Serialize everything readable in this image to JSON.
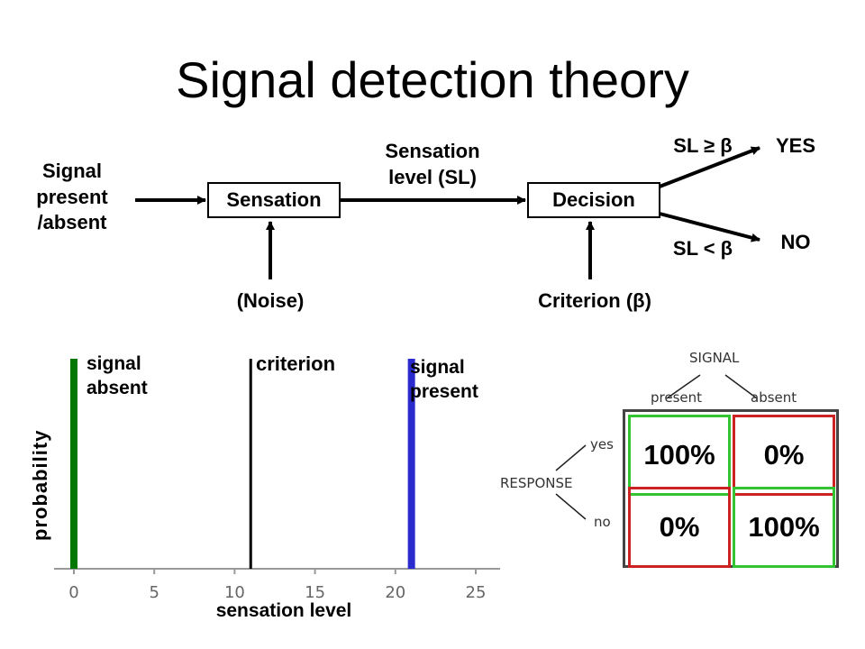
{
  "slide": {
    "title": "Signal detection theory"
  },
  "flow": {
    "input_label": "Signal\npresent\n/absent",
    "sensation_box": "Sensation",
    "decision_box": "Decision",
    "sl_label": "Sensation\nlevel (SL)",
    "noise_label": "(Noise)",
    "criterion_label": "Criterion (β)",
    "yes_condition": "SL ≥ β",
    "yes_label": "YES",
    "no_condition": "SL < β",
    "no_label": "NO"
  },
  "chart_data": {
    "type": "line",
    "xlabel": "sensation level",
    "ylabel": "probability",
    "x_ticks": [
      "0",
      "5",
      "10",
      "15",
      "20",
      "25"
    ],
    "xlim": [
      0,
      27
    ],
    "series": [
      {
        "name": "signal absent",
        "x": 0,
        "color": "#007800"
      },
      {
        "name": "criterion",
        "x": 11,
        "color": "#000000"
      },
      {
        "name": "signal present",
        "x": 21,
        "color": "#2a2acf"
      }
    ],
    "labels": {
      "signal_absent": "signal\nabsent",
      "criterion": "criterion",
      "signal_present": "signal\npresent"
    }
  },
  "matrix": {
    "col_header": "SIGNAL",
    "col_present": "present",
    "col_absent": "absent",
    "row_header": "RESPONSE",
    "row_yes": "yes",
    "row_no": "no",
    "cells": [
      {
        "value": "100%",
        "border": "#33c433"
      },
      {
        "value": "0%",
        "border": "#cc2222"
      },
      {
        "value": "0%",
        "border": "#cc2222"
      },
      {
        "value": "100%",
        "border": "#33c433"
      }
    ]
  }
}
